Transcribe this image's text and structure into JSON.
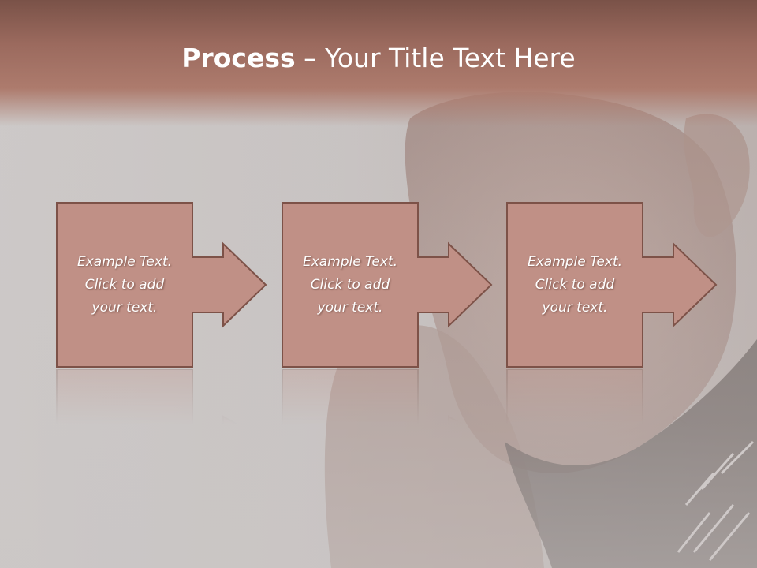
{
  "slide": {
    "title_bold": "Process",
    "title_rest": " – Your Title Text Here"
  },
  "steps": [
    {
      "line1": "Example Text.",
      "line2": "Click  to add",
      "line3": "your text."
    },
    {
      "line1": "Example Text.",
      "line2": "Click  to add",
      "line3": "your text."
    },
    {
      "line1": "Example Text.",
      "line2": "Click  to add",
      "line3": "your text."
    }
  ],
  "colors": {
    "title_band": "#9b6a5e",
    "box_fill": "#c09086",
    "box_stroke": "#7d5248",
    "background": "#cac6c5"
  }
}
